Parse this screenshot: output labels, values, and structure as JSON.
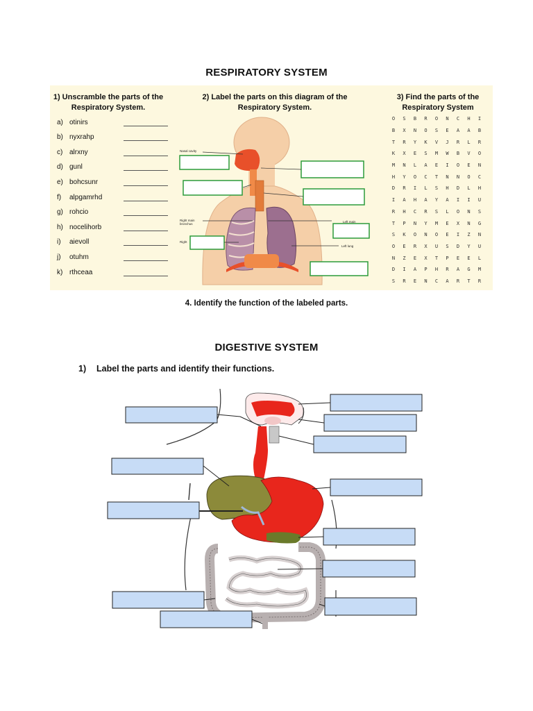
{
  "respiratory": {
    "title": "RESPIRATORY SYSTEM",
    "col1_heading": "1) Unscramble the parts of the Respiratory System.",
    "col2_heading": "2) Label the parts on this diagram of the Respiratory System.",
    "col3_heading": "3) Find the parts of the Respiratory System",
    "scrambled": [
      {
        "letter": "a)",
        "word": "otinirs"
      },
      {
        "letter": "b)",
        "word": "nyxrahp"
      },
      {
        "letter": "c)",
        "word": "alrxny"
      },
      {
        "letter": "d)",
        "word": "gunl"
      },
      {
        "letter": "e)",
        "word": "bohcsunr"
      },
      {
        "letter": "f)",
        "word": "alpgamrhd"
      },
      {
        "letter": "g)",
        "word": "rohcio"
      },
      {
        "letter": "h)",
        "word": "nocelihorb"
      },
      {
        "letter": "i)",
        "word": "aievoll"
      },
      {
        "letter": "j)",
        "word": "otuhm"
      },
      {
        "letter": "k)",
        "word": "rthceaa"
      }
    ],
    "diagram_labels": {
      "nasal_cavity": "Nasal cavity",
      "right_main_bronchus": "Right main bronchus",
      "right": "Right",
      "left_main": "Left main",
      "left_lung": "Left lung"
    },
    "word_search": [
      "OSBRONCHI",
      "BXNOSEAAB",
      "TRYKVJRLR",
      "KXESMWBVO",
      "MNLAEIOEN",
      "HYOCTNNOC",
      "DRILSHDLH",
      "IAHAYAIIU",
      "RHCRSLONS",
      "TPNYMEXNG",
      "SKONOEIZN",
      "OERXUSDYU",
      "NZEXTPEEL",
      "DIAPHRAGM",
      "SRENCARTR"
    ],
    "question4": "4. Identify the function of the labeled parts."
  },
  "digestive": {
    "title": "DIGESTIVE SYSTEM",
    "question1_number": "1)",
    "question1_text": "Label the parts and identify their functions."
  },
  "colors": {
    "panel_bg": "#fdf8df",
    "resp_box_border": "#2b9a3a",
    "dig_box_fill": "#c7dcf6",
    "organ_red": "#e8261c",
    "liver_olive": "#8c8a3a"
  }
}
